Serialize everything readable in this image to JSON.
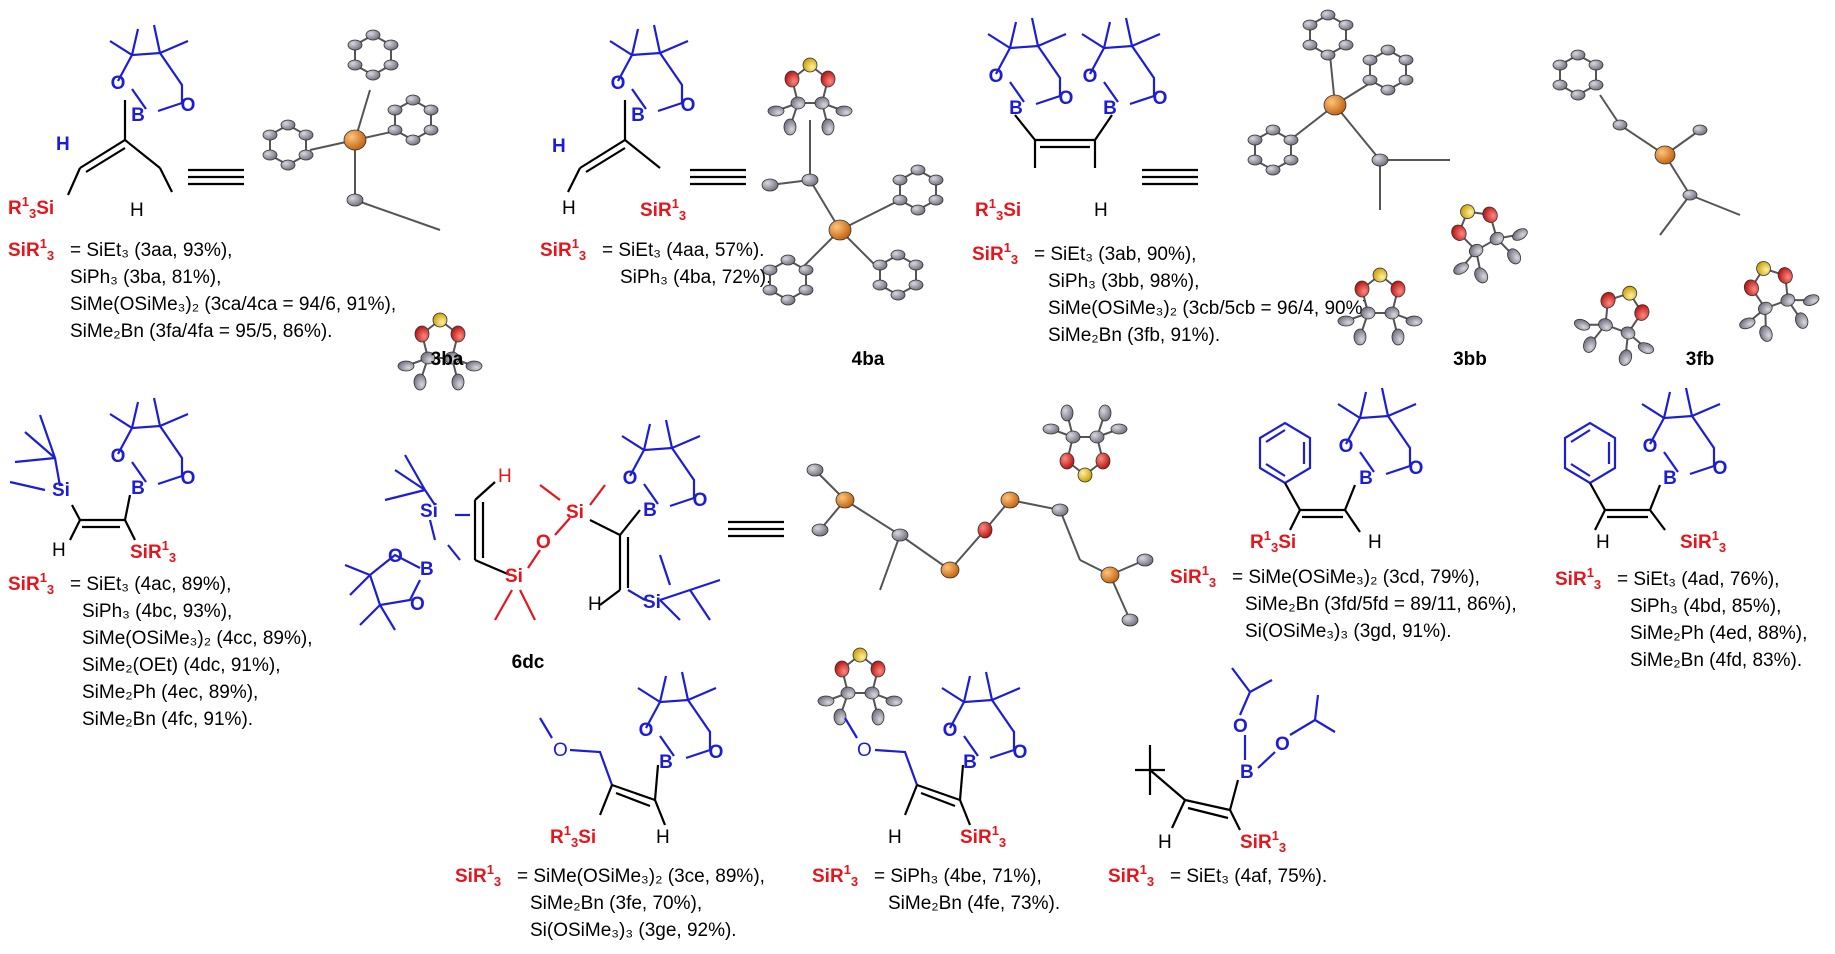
{
  "structures": [
    {
      "id": "s1",
      "silyl_label": "SiR",
      "sup": "1",
      "sub": "3",
      "lines": [
        "= SiEt₃ (3aa, 93%),",
        "SiPh₃ (3ba, 81%),",
        "SiMe(OSiMe₃)₂ (3ca/4ca = 94/6, 91%),",
        "SiMe₂Bn (3fa/4fa = 95/5, 86%)."
      ]
    },
    {
      "id": "s2",
      "silyl_label": "SiR",
      "sup": "1",
      "sub": "3",
      "lines": [
        "= SiEt₃ (4aa, 57%).",
        "SiPh₃ (4ba, 72%)."
      ]
    },
    {
      "id": "s3",
      "silyl_label": "SiR",
      "sup": "1",
      "sub": "3",
      "lines": [
        "= SiEt₃ (3ab, 90%),",
        "SiPh₃ (3bb, 98%),",
        "SiMe(OSiMe₃)₂ (3cb/5cb = 96/4, 90%),",
        "SiMe₂Bn (3fb, 91%)."
      ]
    },
    {
      "id": "s4",
      "silyl_label": "SiR",
      "sup": "1",
      "sub": "3",
      "lines": [
        "= SiEt₃ (4ac, 89%),",
        "SiPh₃ (4bc, 93%),",
        "SiMe(OSiMe₃)₂ (4cc, 89%),",
        "SiMe₂(OEt) (4dc, 91%),",
        "SiMe₂Ph (4ec, 89%),",
        "SiMe₂Bn (4fc, 91%)."
      ]
    },
    {
      "id": "s5",
      "silyl_label": "SiR",
      "sup": "1",
      "sub": "3",
      "lines": [
        "= SiMe(OSiMe₃)₂ (3cd, 79%),",
        "SiMe₂Bn (3fd/5fd = 89/11, 86%),",
        "Si(OSiMe₃)₃ (3gd, 91%)."
      ]
    },
    {
      "id": "s6",
      "silyl_label": "SiR",
      "sup": "1",
      "sub": "3",
      "lines": [
        "= SiEt₃ (4ad, 76%),",
        "SiPh₃ (4bd, 85%),",
        "SiMe₂Ph (4ed, 88%),",
        "SiMe₂Bn (4fd, 83%)."
      ]
    },
    {
      "id": "s7",
      "silyl_label": "SiR",
      "sup": "1",
      "sub": "3",
      "lines": [
        "= SiMe(OSiMe₃)₂ (3ce, 89%),",
        "SiMe₂Bn (3fe, 70%),",
        "Si(OSiMe₃)₃ (3ge, 92%)."
      ]
    },
    {
      "id": "s8",
      "silyl_label": "SiR",
      "sup": "1",
      "sub": "3",
      "lines": [
        "= SiPh₃ (4be, 71%),",
        "SiMe₂Bn (4fe, 73%)."
      ]
    },
    {
      "id": "s9",
      "silyl_label": "SiR",
      "sup": "1",
      "sub": "3",
      "lines": [
        "= SiEt₃ (4af, 75%)."
      ]
    }
  ],
  "crystal_labels": {
    "c3ba": "3ba",
    "c4ba": "4ba",
    "c3bb": "3bb",
    "c3fb": "3fb",
    "c6dc": "6dc"
  },
  "atoms": {
    "B": "B",
    "O": "O",
    "H": "H",
    "Si": "Si",
    "R1_3Si": "R",
    "SiR1_3": "SiR"
  },
  "colors": {
    "silyl": "#e8141c",
    "boron": "#1d1dd6",
    "ortep_carbon": "#8c8a96",
    "ortep_si": "#e07a1e",
    "ortep_o": "#d81e1e",
    "ortep_b": "#e8c21e"
  }
}
